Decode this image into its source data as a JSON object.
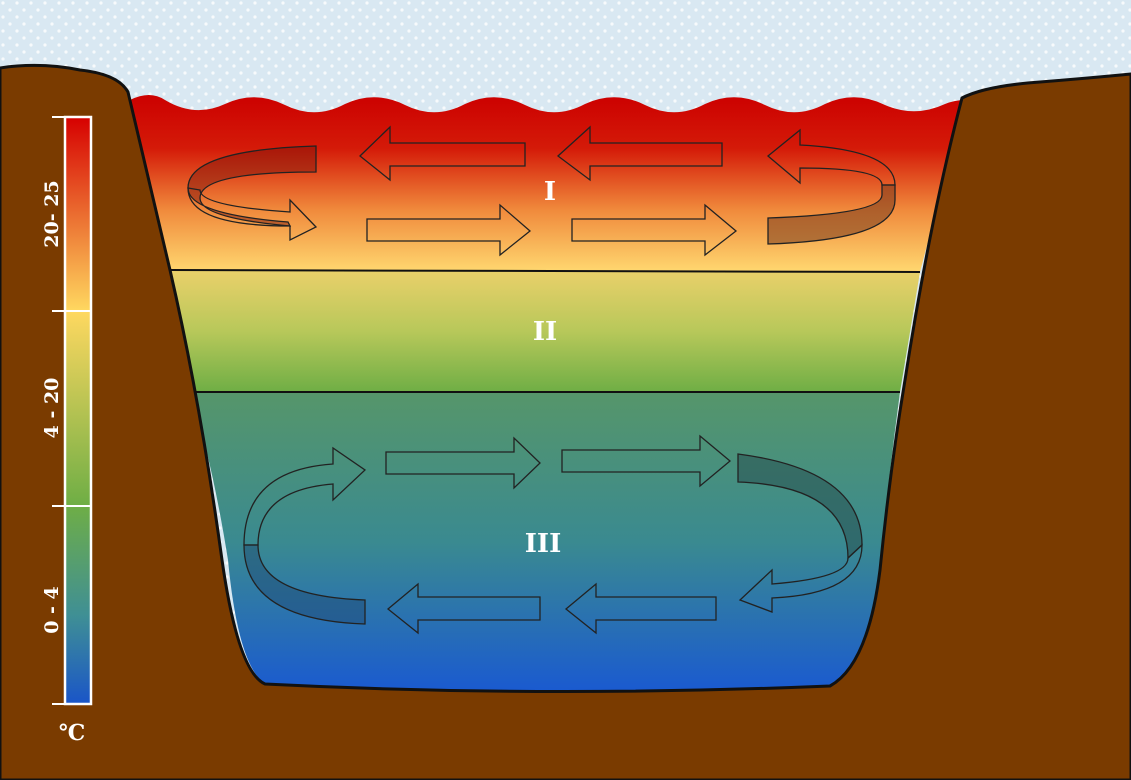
{
  "layers": [
    {
      "id": "layer-1",
      "label": "I"
    },
    {
      "id": "layer-2",
      "label": "II"
    },
    {
      "id": "layer-3",
      "label": "III"
    }
  ],
  "scale": {
    "unit": "℃",
    "ranges": [
      "20- 25",
      "4 - 20",
      "0 - 4"
    ],
    "colors": [
      "#d60000",
      "#ffd860",
      "#6fae45",
      "#4f9a6a",
      "#1a55c8"
    ]
  },
  "colors": {
    "sky": "#d9e8f2",
    "soil": "#7a3b00",
    "warm_top": "#cc0000",
    "warm_bottom": "#ffd870",
    "mid_top": "#ead06a",
    "mid_bottom": "#6fae45",
    "cold_top": "#56966a",
    "cold_bottom": "#1a5ad0"
  },
  "icons": [
    "arrow-left-icon",
    "arrow-right-icon",
    "circulation-loop-icon"
  ]
}
